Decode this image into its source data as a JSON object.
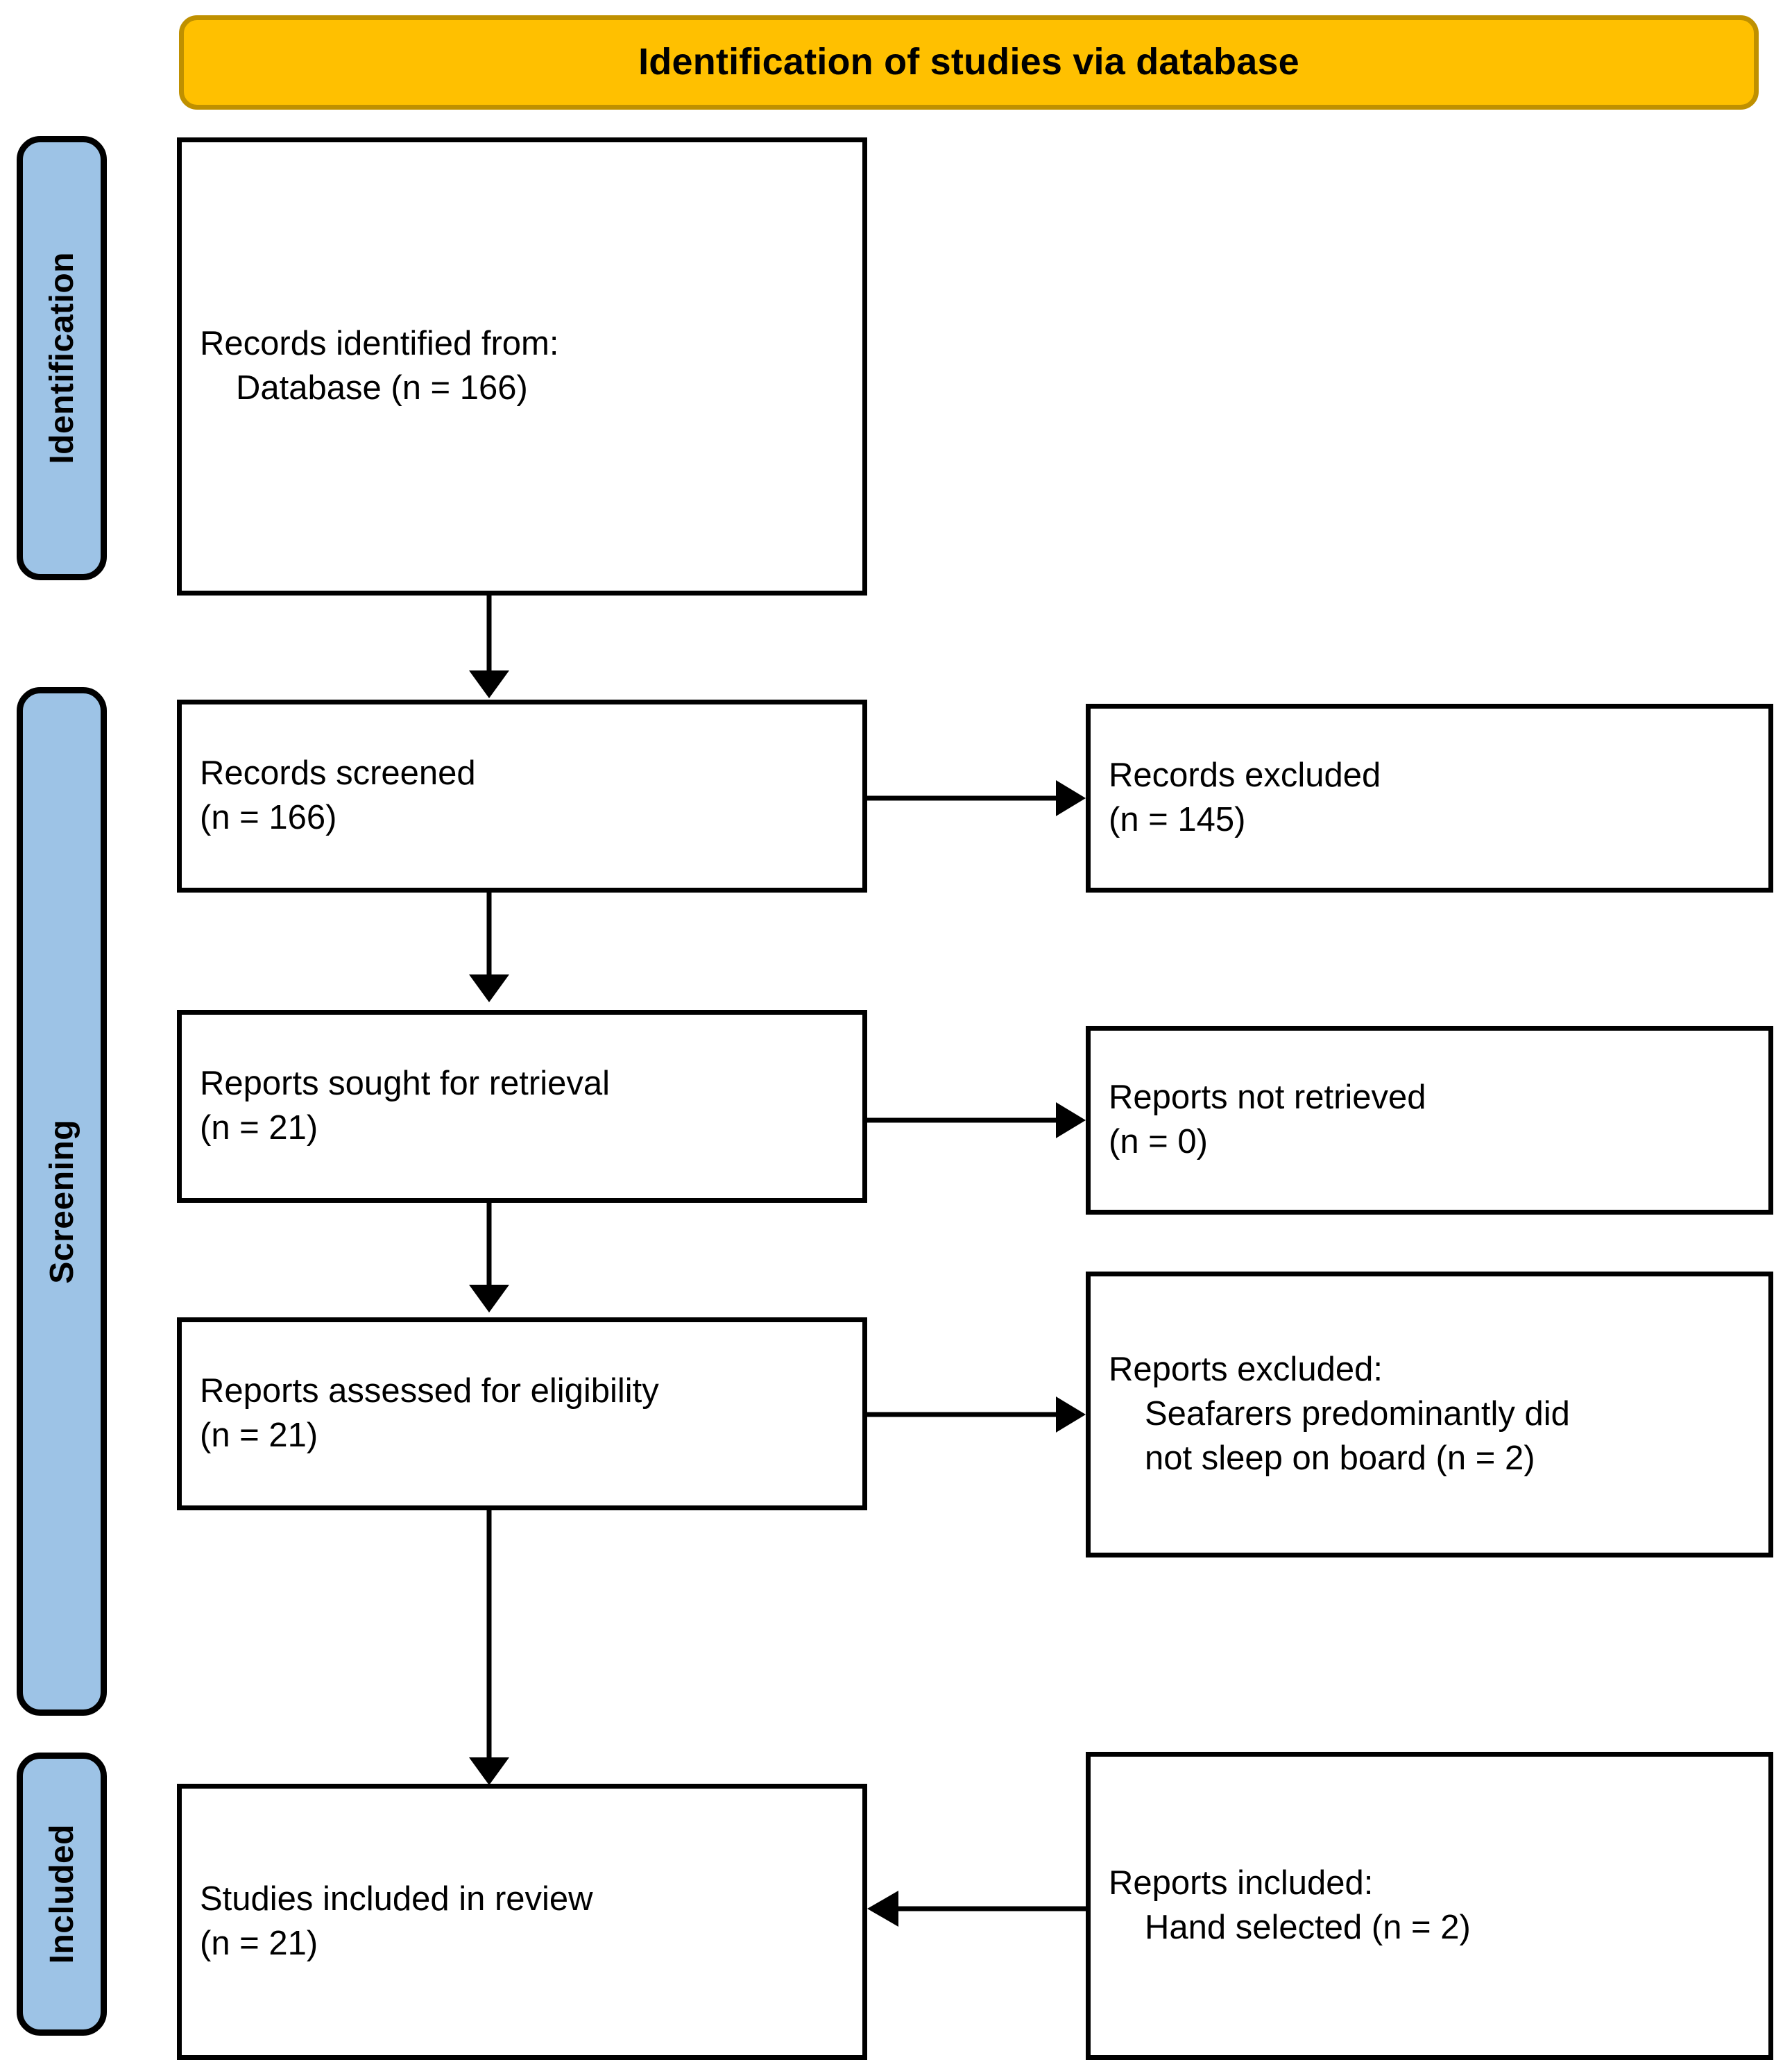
{
  "diagram": {
    "title": "Identification of studies via database",
    "type": "PRISMA flow diagram",
    "header": {
      "label": "Identification of studies via database",
      "fill_color": "#FFC000",
      "border_color": "#BF9000"
    },
    "stages": [
      {
        "id": "identification",
        "label": "Identification",
        "fill_color": "#9DC3E6"
      },
      {
        "id": "screening",
        "label": "Screening",
        "fill_color": "#9DC3E6"
      },
      {
        "id": "included",
        "label": "Included",
        "fill_color": "#9DC3E6"
      }
    ],
    "boxes": [
      {
        "id": "records-identified",
        "stage": "identification",
        "column": "left",
        "lines": [
          {
            "text": "Records identified from:",
            "indent": false
          },
          {
            "text": "Database (n = 166)",
            "indent": true
          }
        ]
      },
      {
        "id": "records-screened",
        "stage": "screening",
        "column": "left",
        "lines": [
          {
            "text": "Records screened",
            "indent": false
          },
          {
            "text": "(n = 166)",
            "indent": false
          }
        ]
      },
      {
        "id": "records-excluded",
        "stage": "screening",
        "column": "right",
        "lines": [
          {
            "text": "Records excluded",
            "indent": false
          },
          {
            "text": "(n = 145)",
            "indent": false
          }
        ]
      },
      {
        "id": "reports-sought",
        "stage": "screening",
        "column": "left",
        "lines": [
          {
            "text": "Reports sought for retrieval",
            "indent": false
          },
          {
            "text": "(n = 21)",
            "indent": false
          }
        ]
      },
      {
        "id": "reports-not-retrieved",
        "stage": "screening",
        "column": "right",
        "lines": [
          {
            "text": "Reports not retrieved",
            "indent": false
          },
          {
            "text": "(n = 0)",
            "indent": false
          }
        ]
      },
      {
        "id": "reports-assessed",
        "stage": "screening",
        "column": "left",
        "lines": [
          {
            "text": "Reports assessed for eligibility",
            "indent": false
          },
          {
            "text": "(n = 21)",
            "indent": false
          }
        ]
      },
      {
        "id": "reports-excluded",
        "stage": "screening",
        "column": "right",
        "lines": [
          {
            "text": "Reports excluded:",
            "indent": false
          },
          {
            "text": "Seafarers predominantly did",
            "indent": true
          },
          {
            "text": "not sleep on board (n = 2)",
            "indent": true
          }
        ]
      },
      {
        "id": "studies-included",
        "stage": "included",
        "column": "left",
        "lines": [
          {
            "text": "Studies included in review",
            "indent": false
          },
          {
            "text": "(n = 21)",
            "indent": false
          }
        ]
      },
      {
        "id": "reports-included",
        "stage": "included",
        "column": "right",
        "lines": [
          {
            "text": "Reports included:",
            "indent": false
          },
          {
            "text": "Hand selected (n = 2)",
            "indent": true
          }
        ]
      }
    ],
    "connectors": [
      {
        "id": "identified-to-screened",
        "from": "records-identified",
        "to": "records-screened",
        "direction": "down"
      },
      {
        "id": "screened-to-excluded",
        "from": "records-screened",
        "to": "records-excluded",
        "direction": "right"
      },
      {
        "id": "screened-to-sought",
        "from": "records-screened",
        "to": "reports-sought",
        "direction": "down"
      },
      {
        "id": "sought-to-not-retrieved",
        "from": "reports-sought",
        "to": "reports-not-retrieved",
        "direction": "right"
      },
      {
        "id": "sought-to-assessed",
        "from": "reports-sought",
        "to": "reports-assessed",
        "direction": "down"
      },
      {
        "id": "assessed-to-excluded",
        "from": "reports-assessed",
        "to": "reports-excluded",
        "direction": "right"
      },
      {
        "id": "assessed-to-studies-included",
        "from": "reports-assessed",
        "to": "studies-included",
        "direction": "down"
      },
      {
        "id": "reports-included-to-studies-included",
        "from": "reports-included",
        "to": "studies-included",
        "direction": "left"
      }
    ]
  }
}
